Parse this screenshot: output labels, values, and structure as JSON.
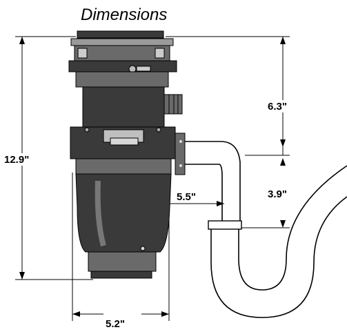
{
  "title": "Dimensions",
  "dimensions": {
    "overall_height": "12.9\"",
    "top_to_inlet": "6.3\"",
    "inlet_to_trap": "3.9\"",
    "inlet_offset": "5.5\"",
    "body_width": "5.2\""
  }
}
